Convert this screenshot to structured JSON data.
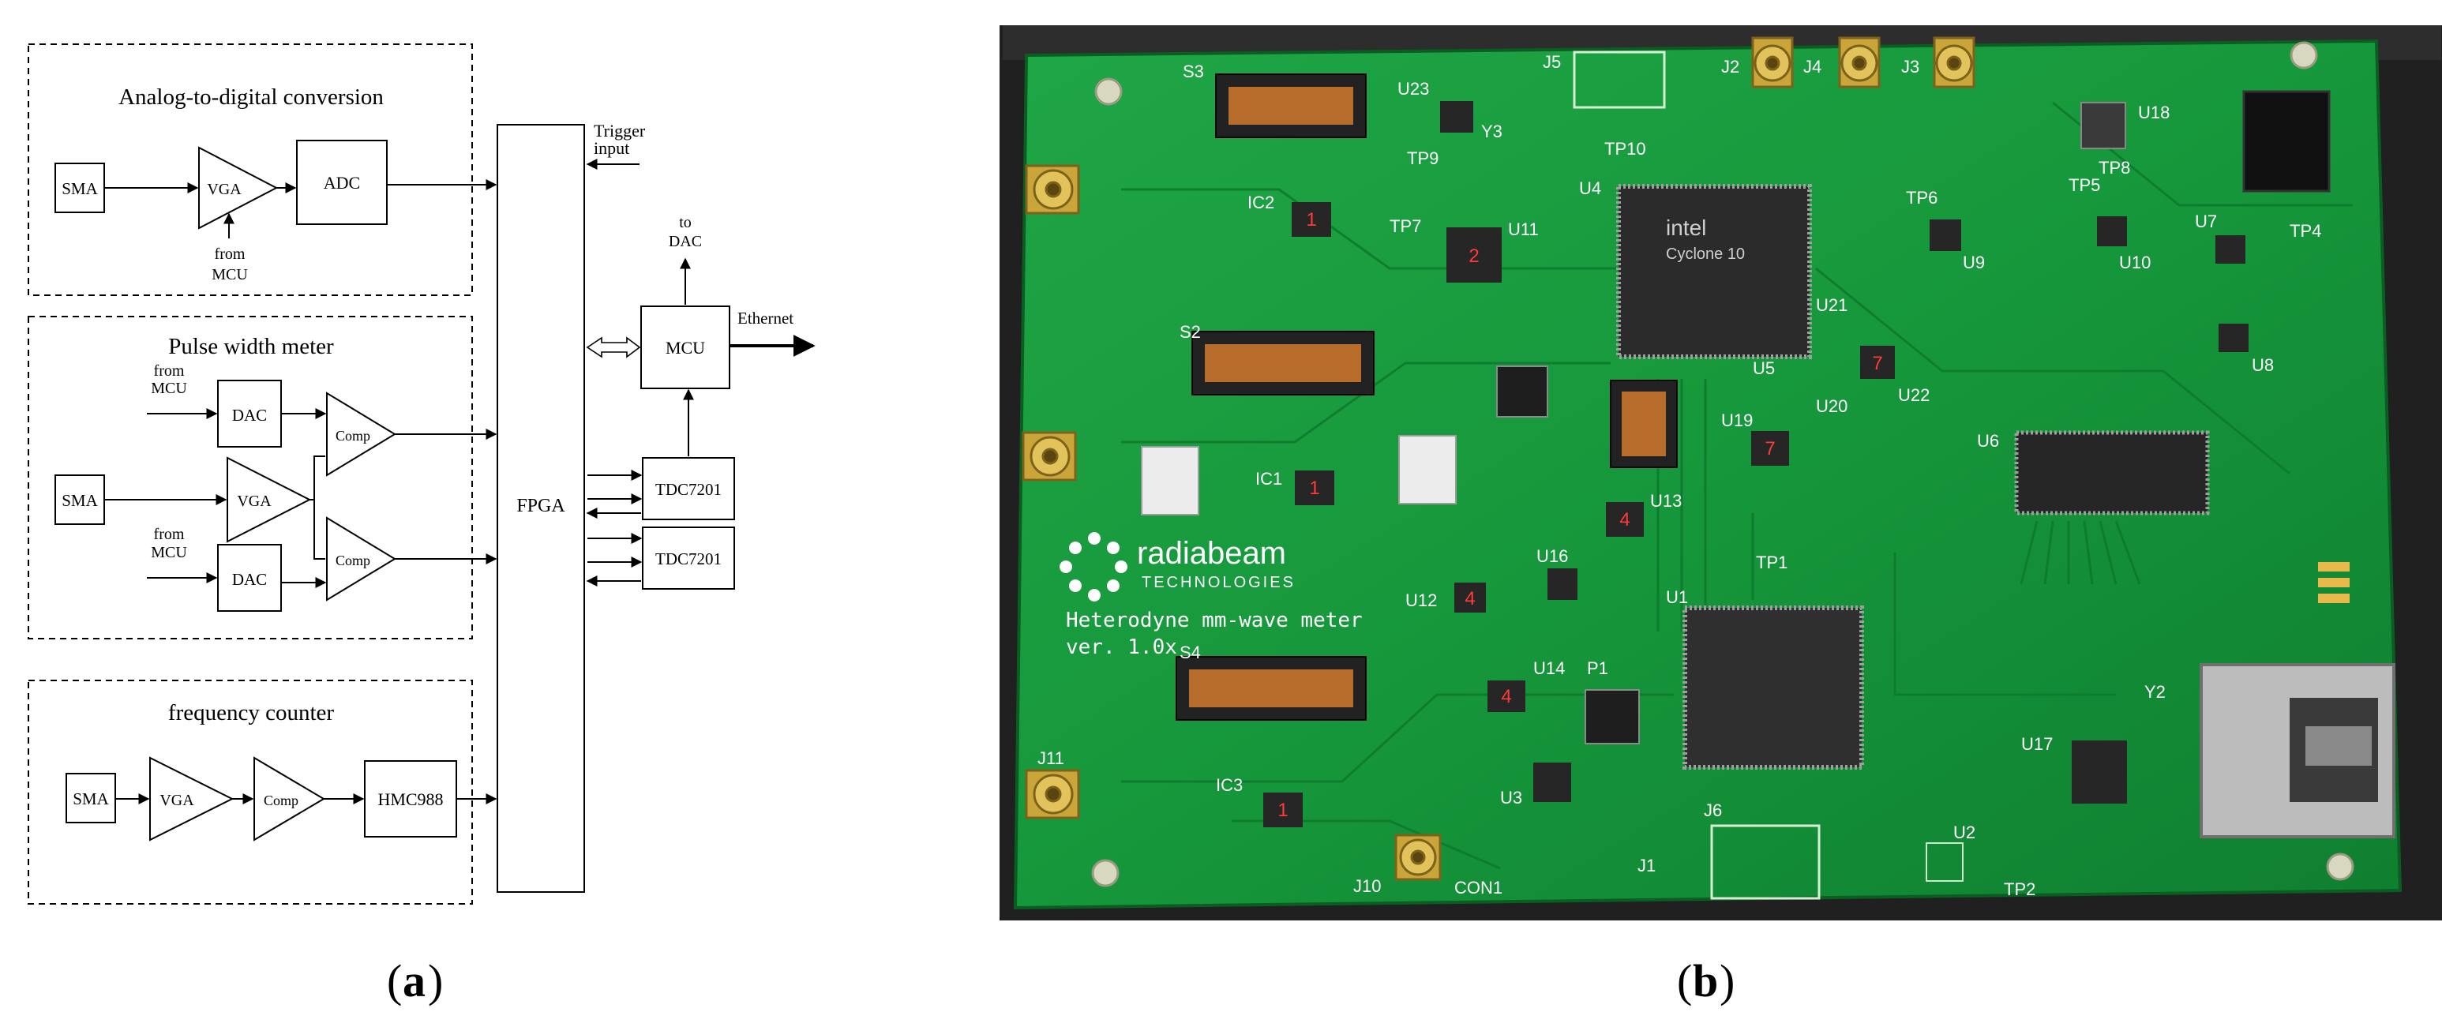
{
  "panel_a": {
    "sections": {
      "adc": {
        "title": "Analog-to-digital conversion"
      },
      "pwm": {
        "title": "Pulse width meter"
      },
      "freq": {
        "title": "frequency counter"
      }
    },
    "blocks": {
      "sma": "SMA",
      "vga": "VGA",
      "adc": "ADC",
      "dac": "DAC",
      "comp": "Comp",
      "hmc": "HMC988",
      "fpga": "FPGA",
      "mcu": "MCU",
      "tdc": "TDC7201"
    },
    "labels": {
      "from": "from",
      "mcu": "MCU",
      "trigger": "Trigger",
      "input": "input",
      "to": "to",
      "dac": "DAC",
      "ethernet": "Ethernet"
    }
  },
  "panel_b": {
    "silkscreen": {
      "brand": "radiabeam",
      "brand_sub": "TECHNOLOGIES",
      "product": "Heterodyne mm-wave meter",
      "version": "ver. 1.0x",
      "intel": "intel",
      "cyclone": "Cyclone 10"
    },
    "refs": [
      "S3",
      "U23",
      "J5",
      "J2",
      "J4",
      "J3",
      "U18",
      "TP8",
      "Y3",
      "TP9",
      "TP10",
      "IC2",
      "TP7",
      "U11",
      "U4",
      "TP6",
      "TP5",
      "U9",
      "U10",
      "U7",
      "TP4",
      "S2",
      "U21",
      "U8",
      "U5",
      "U22",
      "U20",
      "U19",
      "U6",
      "IC1",
      "U13",
      "TP1",
      "U16",
      "U12",
      "U1",
      "S4",
      "U14",
      "P1",
      "Y2",
      "U17",
      "J11",
      "IC3",
      "U3",
      "J6",
      "U2",
      "J10",
      "CON1",
      "J1",
      "TP2"
    ],
    "chip_marks": [
      "1",
      "2",
      "1",
      "1",
      "4",
      "4",
      "4",
      "7",
      "7"
    ]
  },
  "captions": {
    "a": "a",
    "b": "b"
  }
}
